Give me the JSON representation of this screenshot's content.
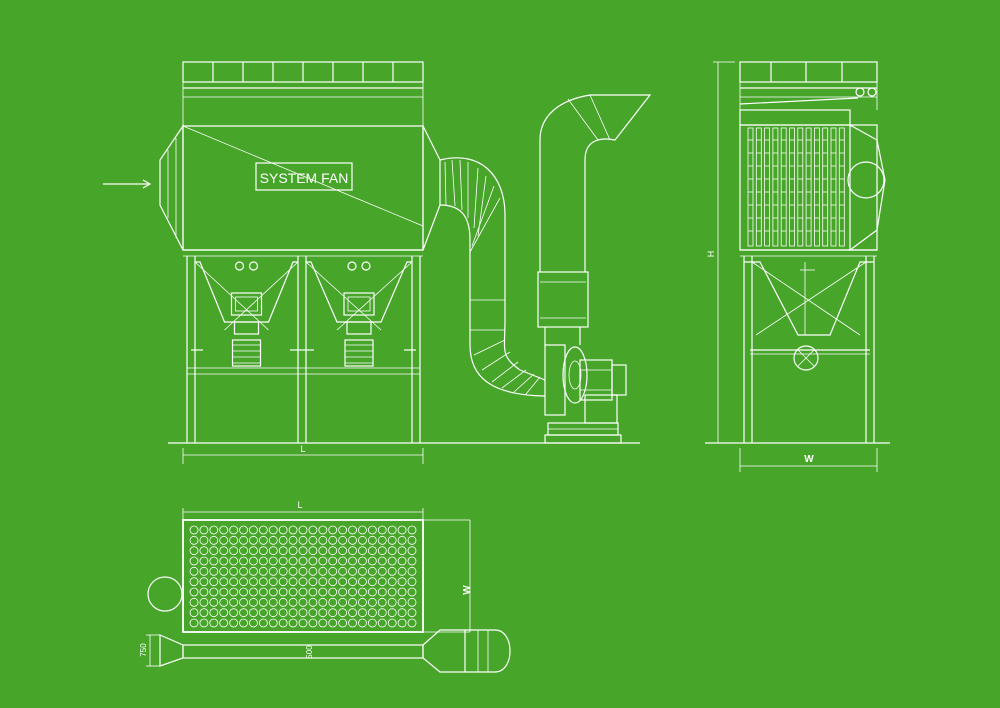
{
  "colors": {
    "background": "#47a52a",
    "line": "#ffffff"
  },
  "front_view": {
    "nameplate": "SYSTEM FAN",
    "length_label": "L"
  },
  "side_view": {
    "height_label": "H",
    "width_label": "W"
  },
  "plan_view": {
    "length_label": "L",
    "width_label": "W",
    "duct_width_label": "750",
    "duct_label": "500"
  }
}
